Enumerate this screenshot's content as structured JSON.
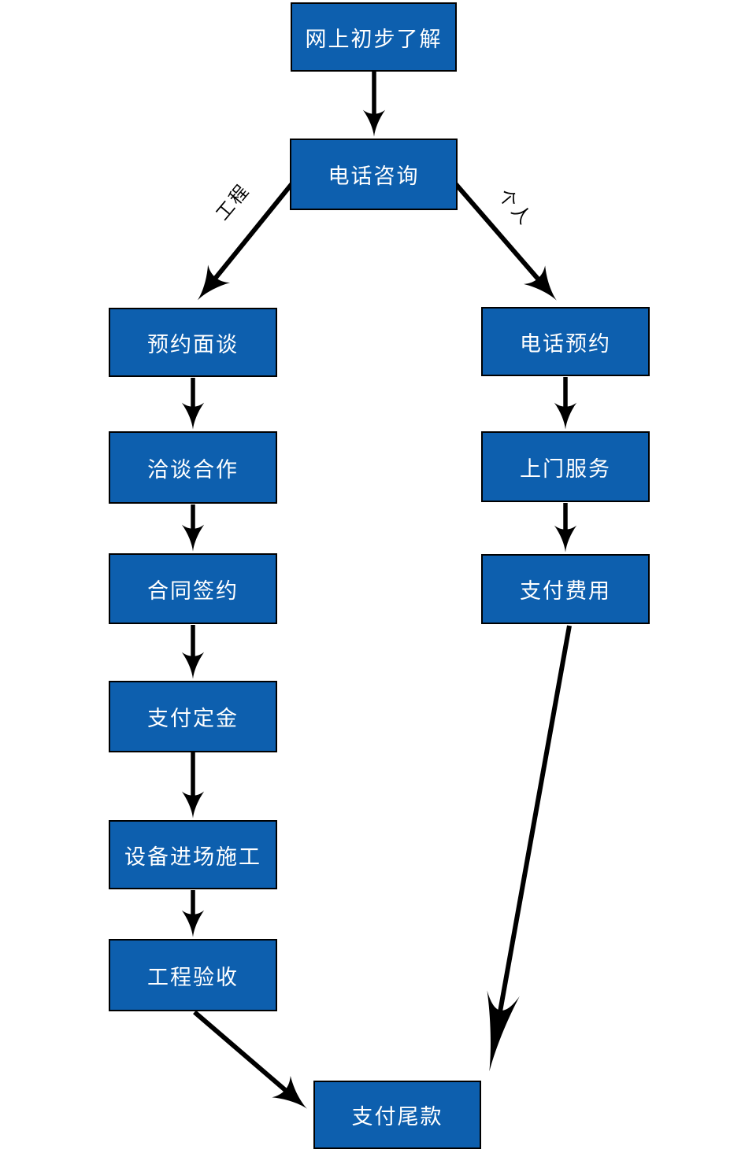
{
  "diagram": {
    "type": "flowchart",
    "box_fill_color": "#0D5FAE",
    "box_border_color": "#000000",
    "box_text_color": "#ffffff",
    "arrow_color": "#000000",
    "nodes": {
      "online": {
        "label": "网上初步了解"
      },
      "phone_consult": {
        "label": "电话咨询"
      },
      "appointment": {
        "label": "预约面谈"
      },
      "negotiate": {
        "label": "洽谈合作"
      },
      "contract": {
        "label": "合同签约"
      },
      "deposit": {
        "label": "支付定金"
      },
      "construction": {
        "label": "设备进场施工"
      },
      "acceptance": {
        "label": "工程验收"
      },
      "phone_book": {
        "label": "电话预约"
      },
      "door_service": {
        "label": "上门服务"
      },
      "pay_fee": {
        "label": "支付费用"
      },
      "final_payment": {
        "label": "支付尾款"
      }
    },
    "edge_labels": {
      "project_branch": "工程",
      "personal_branch": "个人"
    },
    "edges": [
      {
        "from": "网上初步了解",
        "to": "电话咨询",
        "label": ""
      },
      {
        "from": "电话咨询",
        "to": "预约面谈",
        "label": "工程"
      },
      {
        "from": "电话咨询",
        "to": "电话预约",
        "label": "个人"
      },
      {
        "from": "预约面谈",
        "to": "洽谈合作",
        "label": ""
      },
      {
        "from": "洽谈合作",
        "to": "合同签约",
        "label": ""
      },
      {
        "from": "合同签约",
        "to": "支付定金",
        "label": ""
      },
      {
        "from": "支付定金",
        "to": "设备进场施工",
        "label": ""
      },
      {
        "from": "设备进场施工",
        "to": "工程验收",
        "label": ""
      },
      {
        "from": "工程验收",
        "to": "支付尾款",
        "label": ""
      },
      {
        "from": "电话预约",
        "to": "上门服务",
        "label": ""
      },
      {
        "from": "上门服务",
        "to": "支付费用",
        "label": ""
      },
      {
        "from": "支付费用",
        "to": "支付尾款",
        "label": ""
      }
    ]
  }
}
